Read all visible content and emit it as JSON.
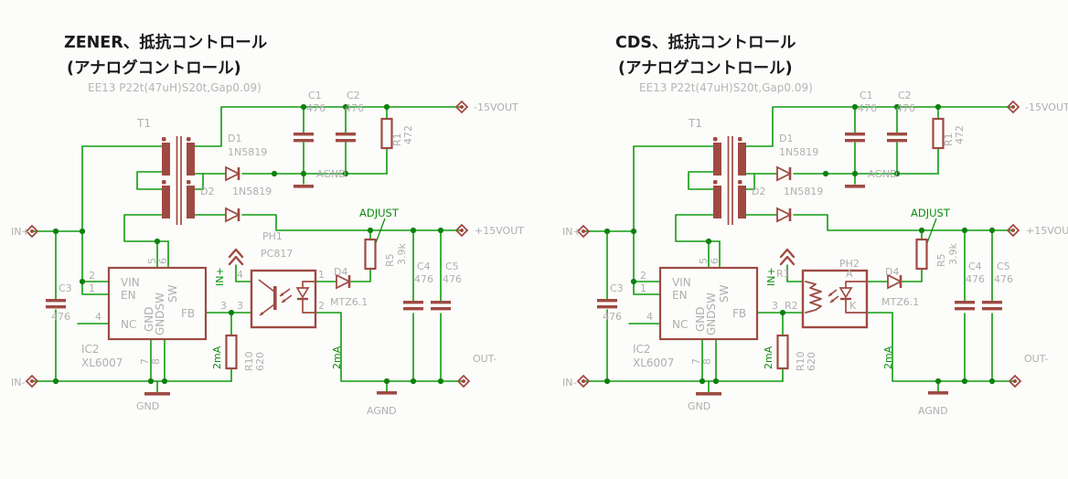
{
  "colors": {
    "background": "#FCFCFA",
    "wire": "#109B10",
    "junction": "#0E800E",
    "symbol": "#9E4A42",
    "label": "#AFAFAF",
    "net_label": "#0C8C0C",
    "title": "#1A1A1A",
    "subtitle": "#B5B5B5"
  },
  "circuits": [
    {
      "title_line1": "ZENER、抵抗コントロール",
      "title_line2": "(アナログコントロール)",
      "transformer_note": "EE13 P22t(47uH)S20t,Gap0.09)",
      "parts": {
        "transformer": {
          "ref": "T1"
        },
        "d1": {
          "ref": "D1",
          "value": "1N5819"
        },
        "d2": {
          "ref": "D2",
          "value": "1N5819"
        },
        "d4": {
          "ref": "D4",
          "value": "MTZ6.1"
        },
        "c1": {
          "ref": "C1",
          "value": "476"
        },
        "c2": {
          "ref": "C2",
          "value": "476"
        },
        "c3": {
          "ref": "C3",
          "value": "476"
        },
        "c4": {
          "ref": "C4",
          "value": "476"
        },
        "c5": {
          "ref": "C5",
          "value": "476"
        },
        "r1": {
          "ref": "R1",
          "value": "472"
        },
        "r5": {
          "ref": "R5",
          "value": "3.9k"
        },
        "r10": {
          "ref": "R10",
          "value": "620"
        },
        "ic": {
          "ref": "IC2",
          "value": "XL6007",
          "pins": {
            "vin": "VIN",
            "en": "EN",
            "nc": "NC",
            "gnd": "GND",
            "gndsw": "GNDSW",
            "sw": "SW",
            "fb": "FB"
          },
          "pin_numbers": {
            "vin": "2",
            "en": "1",
            "nc": "4",
            "fb": "3",
            "sw_a": "5",
            "sw_b": "6",
            "gnd_a": "7",
            "gnd_b": "8"
          }
        },
        "opto": {
          "ref": "PH1",
          "value": "PC817",
          "kind": "phototransistor",
          "pin_top_left": "4",
          "pin_bottom_left": "3",
          "pin_top_right": "1",
          "pin_bottom_right": "2"
        }
      },
      "nets": {
        "in_plus": "IN+",
        "in_minus": "IN-",
        "out_neg": "-15VOUT",
        "out_pos": "+15VOUT",
        "out_minus": "OUT-",
        "agnd_top": "AGND",
        "agnd_bottom": "AGND",
        "gnd": "GND",
        "adjust": "ADJUST",
        "in_plus_arrow": "IN+",
        "current_a": "2mA",
        "current_b": "2mA"
      }
    },
    {
      "title_line1": "CDS、抵抗コントロール",
      "title_line2": "(アナログコントロール)",
      "transformer_note": "EE13 P22t(47uH)S20t,Gap0.09)",
      "parts": {
        "transformer": {
          "ref": "T1"
        },
        "d1": {
          "ref": "D1",
          "value": "1N5819"
        },
        "d2": {
          "ref": "D2",
          "value": "1N5819"
        },
        "d4": {
          "ref": "D4",
          "value": "MTZ6.1"
        },
        "c1": {
          "ref": "C1",
          "value": "476"
        },
        "c2": {
          "ref": "C2",
          "value": "476"
        },
        "c3": {
          "ref": "C3",
          "value": "476"
        },
        "c4": {
          "ref": "C4",
          "value": "476"
        },
        "c5": {
          "ref": "C5",
          "value": "476"
        },
        "r1": {
          "ref": "R1",
          "value": "472"
        },
        "r5": {
          "ref": "R5",
          "value": "3.9k"
        },
        "r10": {
          "ref": "R10",
          "value": "620"
        },
        "ic": {
          "ref": "IC2",
          "value": "XL6007",
          "pins": {
            "vin": "VIN",
            "en": "EN",
            "nc": "NC",
            "gnd": "GND",
            "gndsw": "GNDSW",
            "sw": "SW",
            "fb": "FB"
          },
          "pin_numbers": {
            "vin": "2",
            "en": "1",
            "nc": "4",
            "fb": "3",
            "sw_a": "5",
            "sw_b": "6",
            "gnd_a": "7",
            "gnd_b": "8"
          }
        },
        "opto": {
          "ref": "PH2",
          "value": "",
          "kind": "photoresistor",
          "pin_top_left": "R1",
          "pin_bottom_left": "R2",
          "pin_top_right": "A",
          "pin_bottom_right": "K"
        }
      },
      "nets": {
        "in_plus": "IN+",
        "in_minus": "IN-",
        "out_neg": "-15VOUT",
        "out_pos": "+15VOUT",
        "out_minus": "OUT-",
        "agnd_top": "AGND",
        "agnd_bottom": "AGND",
        "gnd": "GND",
        "adjust": "ADJUST",
        "in_plus_arrow": "IN+",
        "current_a": "2mA",
        "current_b": "2mA"
      }
    }
  ]
}
